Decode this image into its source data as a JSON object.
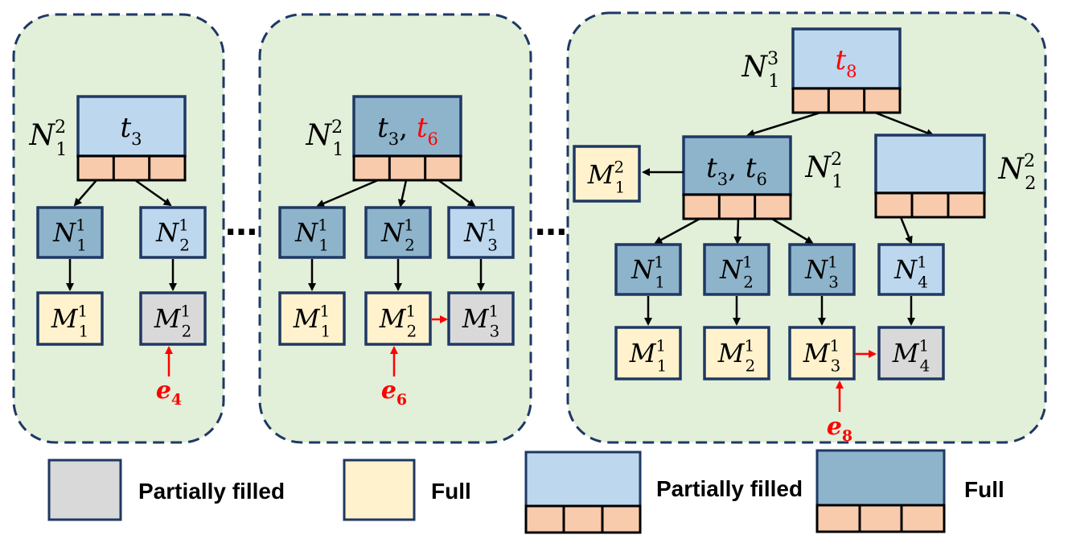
{
  "colors": {
    "panel_fill": "#e2efd9",
    "panel_border": "#1f3864",
    "node_partial": "#bdd7ee",
    "node_full": "#8eb4cb",
    "leaf_partial": "#d9d9d9",
    "leaf_full": "#fff2cc",
    "cell": "#f8cbad",
    "red": "#ff0000"
  },
  "ellipsis": "…",
  "panels": [
    {
      "root": {
        "sym": "N",
        "sub": "1",
        "sup": "2",
        "content": [
          {
            "t": "t",
            "s": "3",
            "red": false
          }
        ]
      },
      "nodes": [
        {
          "sym": "N",
          "sub": "1",
          "sup": "1",
          "full": true
        },
        {
          "sym": "N",
          "sub": "2",
          "sup": "1",
          "full": false
        }
      ],
      "leaves": [
        {
          "sym": "M",
          "sub": "1",
          "sup": "1",
          "full": true
        },
        {
          "sym": "M",
          "sub": "2",
          "sup": "1",
          "full": false
        }
      ],
      "event": {
        "sym": "e",
        "sub": "4"
      }
    },
    {
      "root": {
        "sym": "N",
        "sub": "1",
        "sup": "2",
        "content": [
          {
            "t": "t",
            "s": "3",
            "red": false
          },
          {
            "t": "t",
            "s": "6",
            "red": true
          }
        ]
      },
      "nodes": [
        {
          "sym": "N",
          "sub": "1",
          "sup": "1",
          "full": true
        },
        {
          "sym": "N",
          "sub": "2",
          "sup": "1",
          "full": true
        },
        {
          "sym": "N",
          "sub": "3",
          "sup": "1",
          "full": false
        }
      ],
      "leaves": [
        {
          "sym": "M",
          "sub": "1",
          "sup": "1",
          "full": true
        },
        {
          "sym": "M",
          "sub": "2",
          "sup": "1",
          "full": true
        },
        {
          "sym": "M",
          "sub": "3",
          "sup": "1",
          "full": false
        }
      ],
      "event": {
        "sym": "e",
        "sub": "6"
      }
    },
    {
      "top": {
        "sym": "N",
        "sub": "1",
        "sup": "3",
        "content": [
          {
            "t": "t",
            "s": "8",
            "red": true
          }
        ]
      },
      "mid": [
        {
          "sym": "N",
          "sub": "1",
          "sup": "2",
          "content": [
            {
              "t": "t",
              "s": "3",
              "red": false
            },
            {
              "t": "t",
              "s": "6",
              "red": false
            }
          ],
          "full": true
        },
        {
          "sym": "N",
          "sub": "2",
          "sup": "2",
          "content": [],
          "full": false
        }
      ],
      "side_leaf": {
        "sym": "M",
        "sub": "1",
        "sup": "2"
      },
      "nodes": [
        {
          "sym": "N",
          "sub": "1",
          "sup": "1",
          "full": true
        },
        {
          "sym": "N",
          "sub": "2",
          "sup": "1",
          "full": true
        },
        {
          "sym": "N",
          "sub": "3",
          "sup": "1",
          "full": true
        },
        {
          "sym": "N",
          "sub": "4",
          "sup": "1",
          "full": false
        }
      ],
      "leaves": [
        {
          "sym": "M",
          "sub": "1",
          "sup": "1",
          "full": true
        },
        {
          "sym": "M",
          "sub": "2",
          "sup": "1",
          "full": true
        },
        {
          "sym": "M",
          "sub": "3",
          "sup": "1",
          "full": true
        },
        {
          "sym": "M",
          "sub": "4",
          "sup": "1",
          "full": false
        }
      ],
      "event": {
        "sym": "e",
        "sub": "8"
      }
    }
  ],
  "legend": {
    "leaf_partial": "Partially filled",
    "leaf_full": "Full",
    "node_partial": "Partially filled",
    "node_full": "Full"
  }
}
